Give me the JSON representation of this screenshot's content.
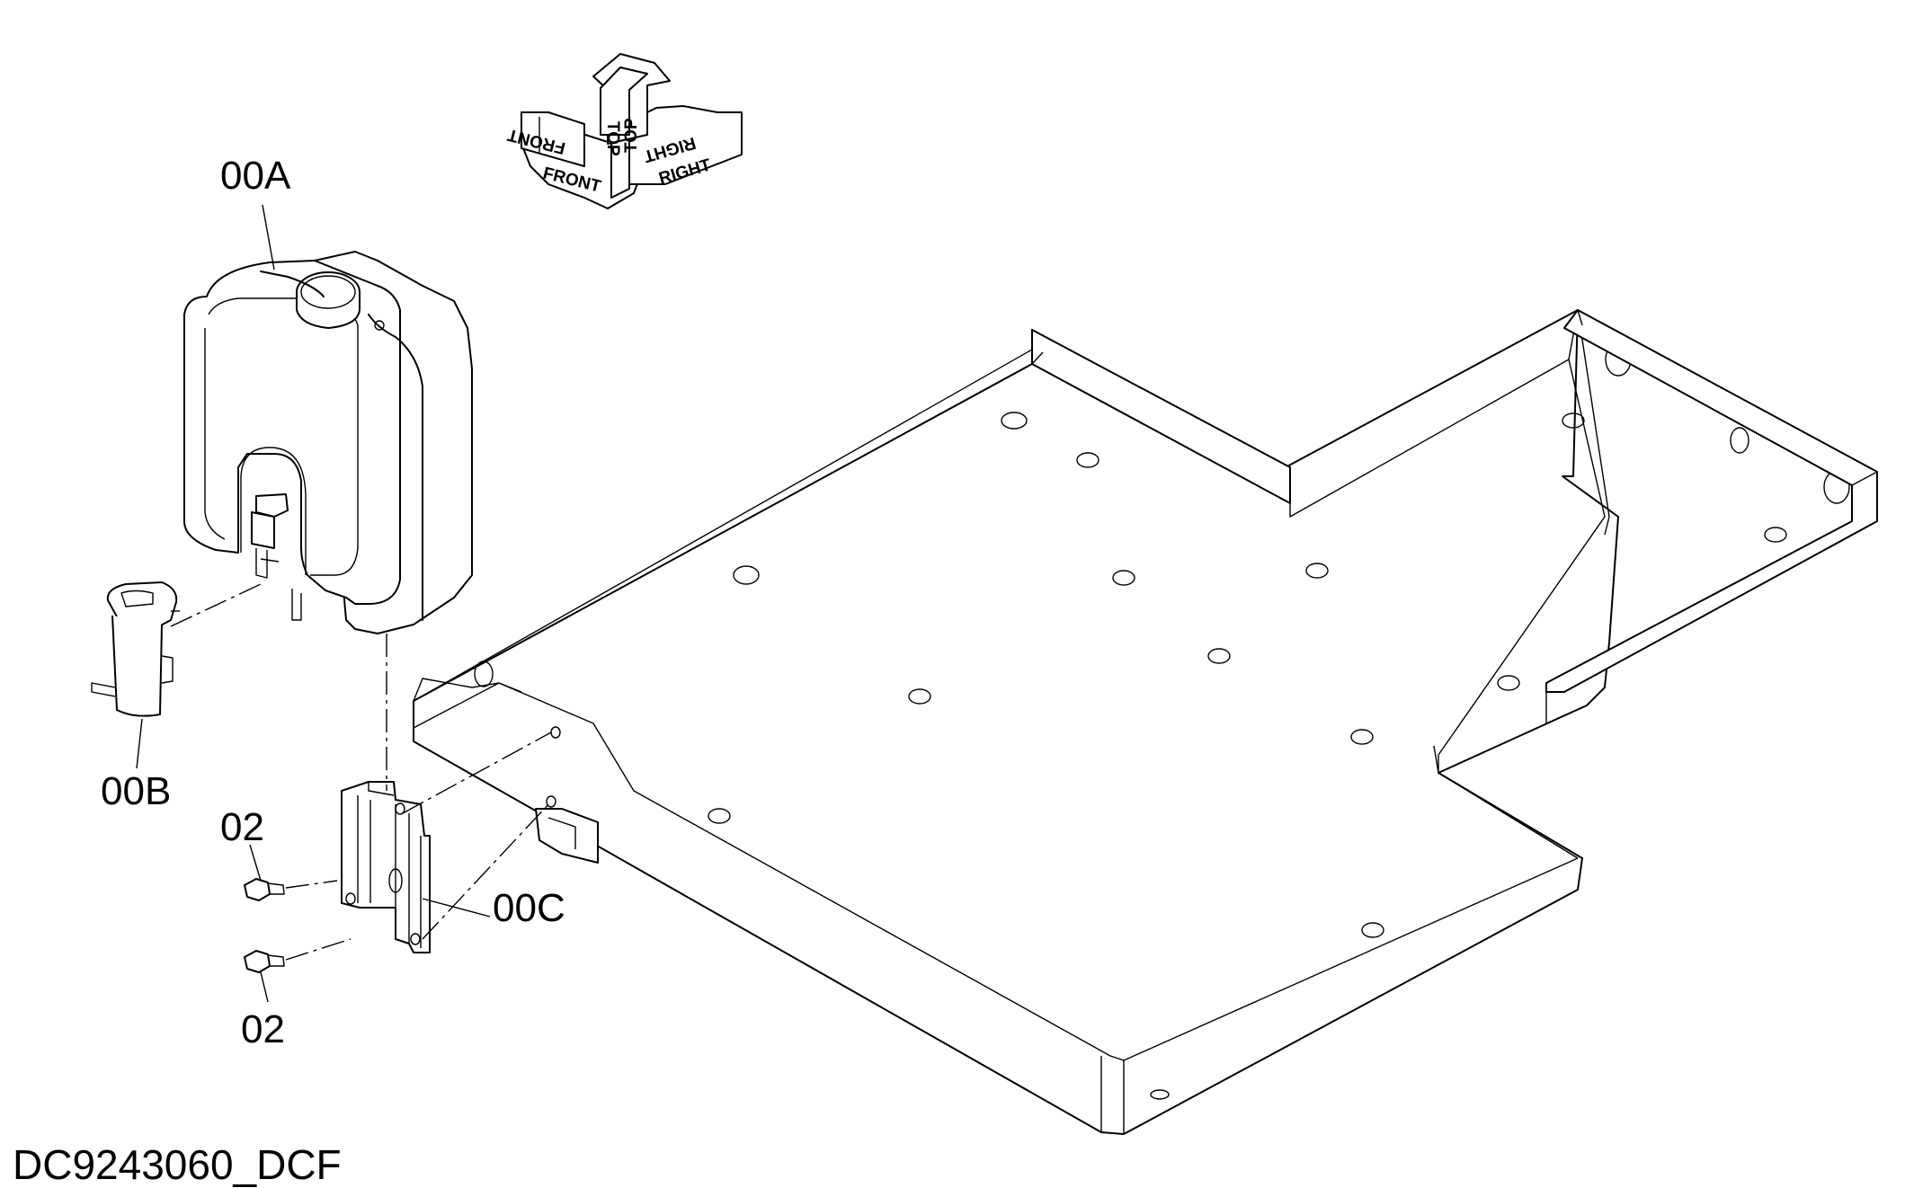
{
  "orientation": {
    "front": "FRONT",
    "top": "TOP",
    "right": "RIGHT"
  },
  "callouts": {
    "tank": "00A",
    "pump": "00B",
    "bracket": "00C",
    "bolt_upper": "02",
    "bolt_lower": "02"
  },
  "drawing_id": "DC9243060_DCF"
}
